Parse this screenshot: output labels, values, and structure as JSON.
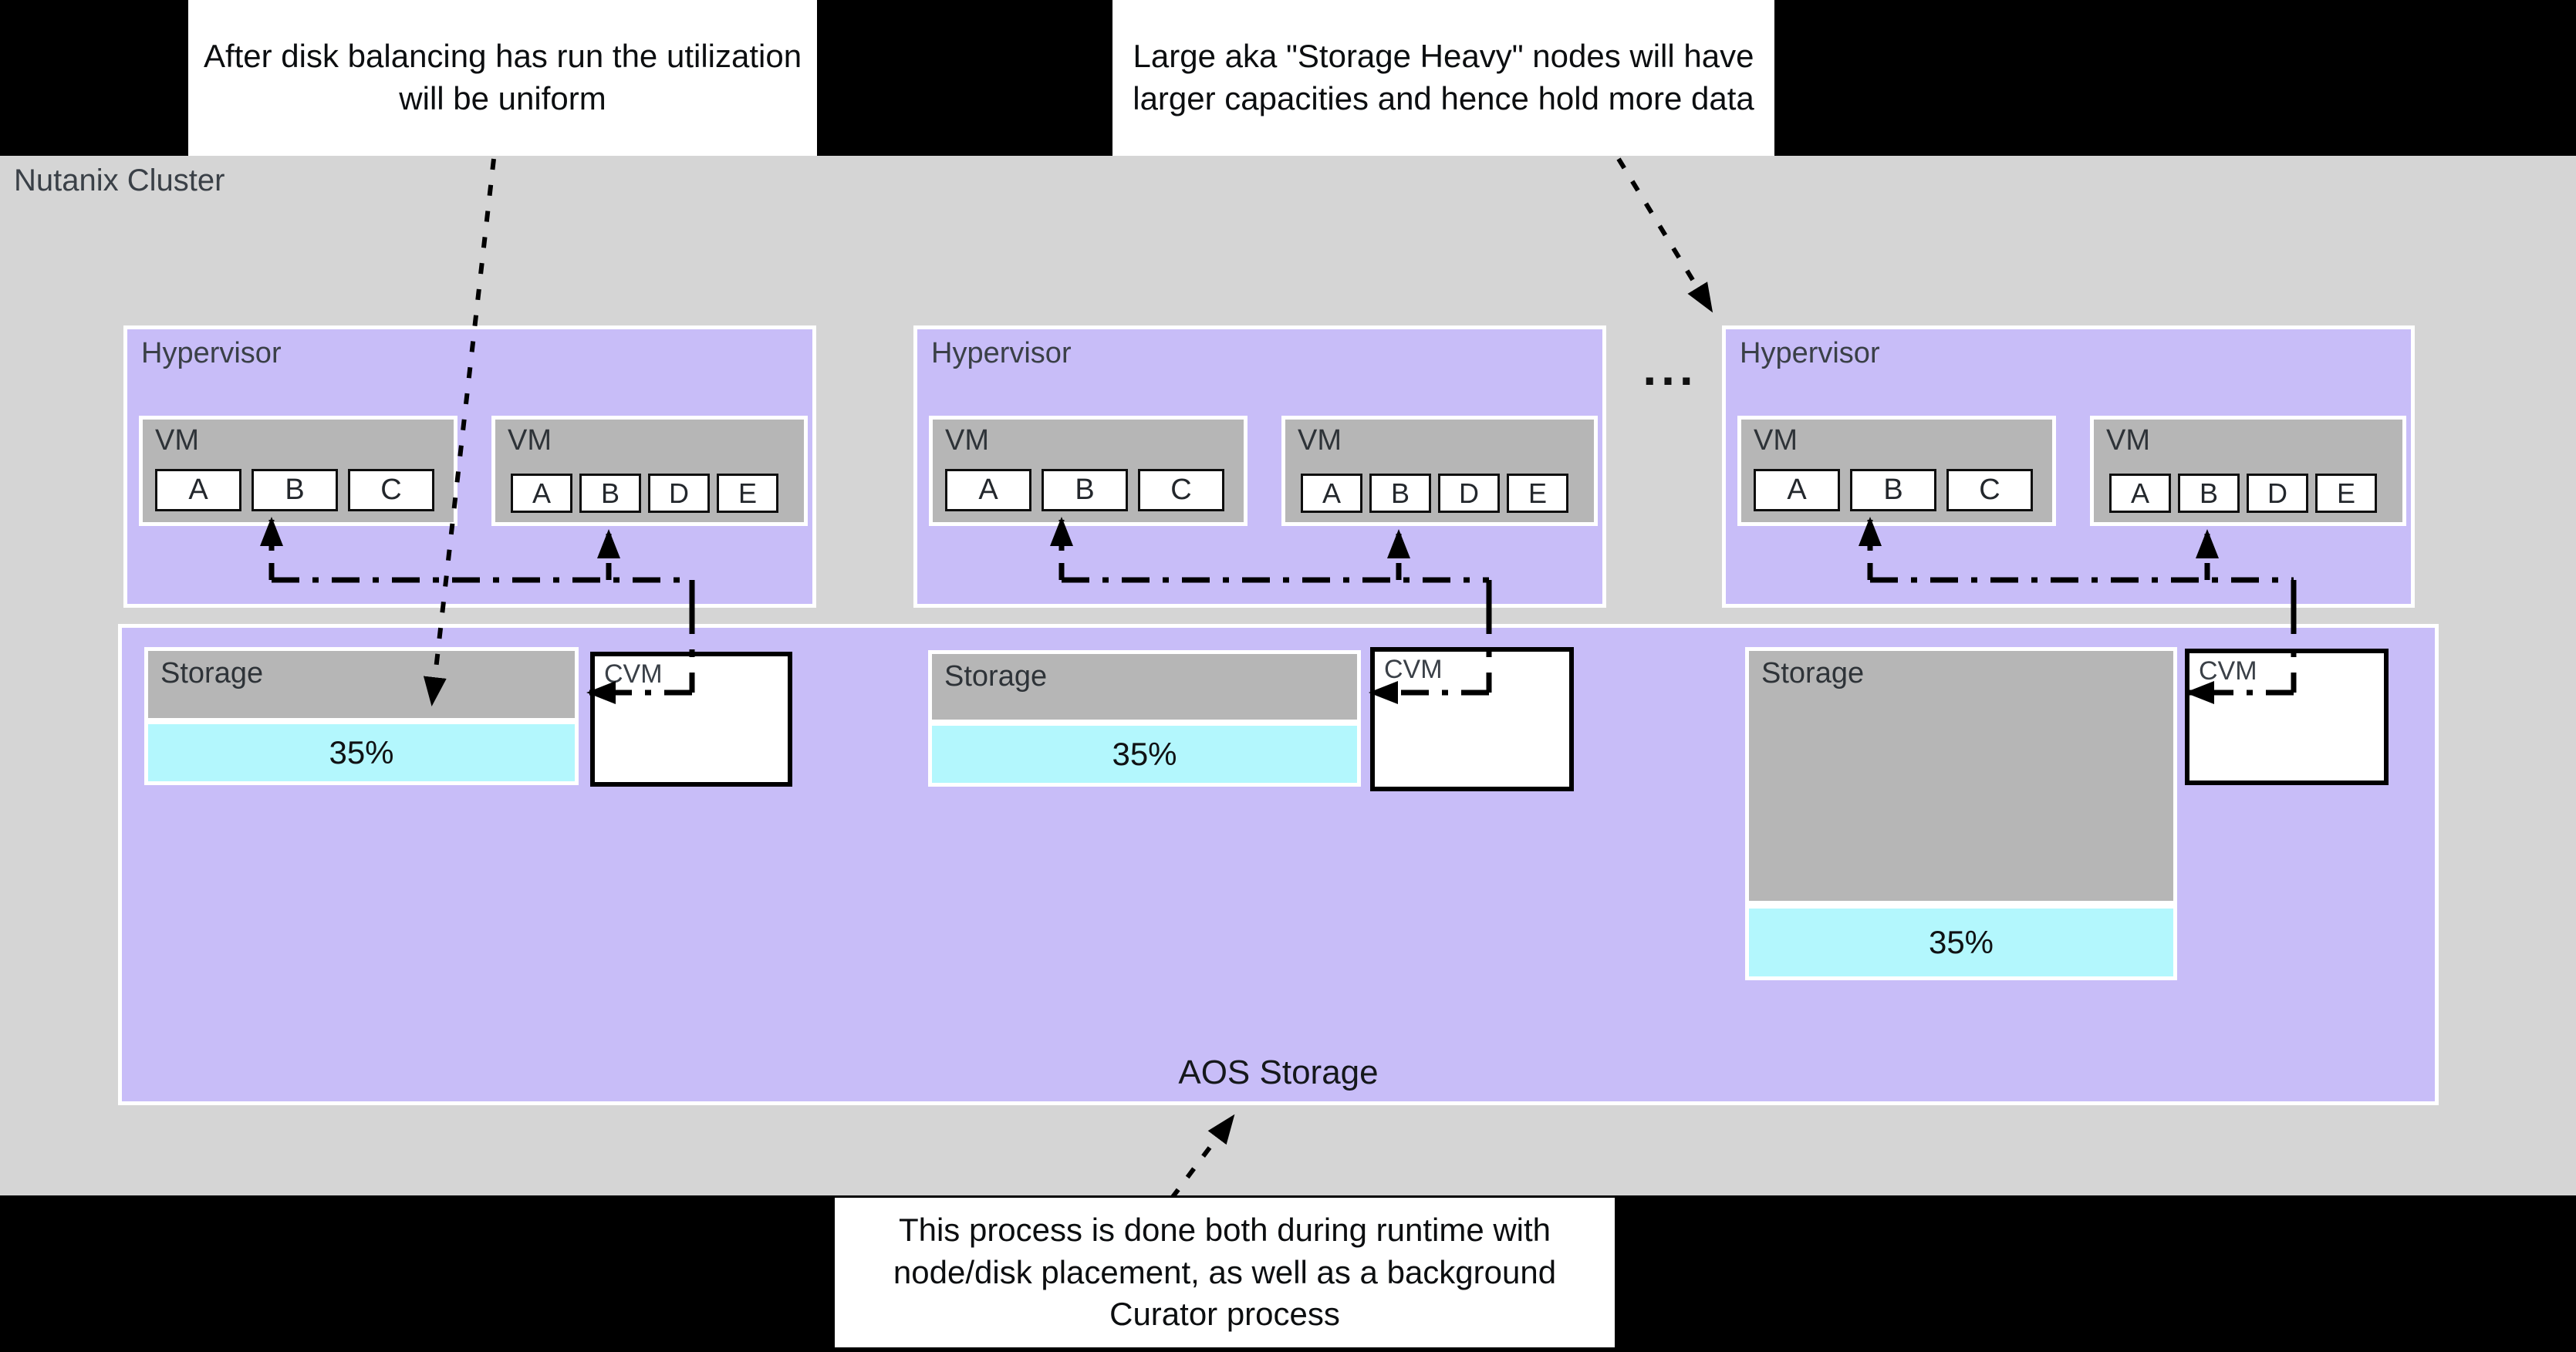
{
  "title": "Nutanix Cluster",
  "colors": {
    "canvas_bg": "#000000",
    "cluster_bg": "#D5D5D5",
    "node_bg": "#C8BDF8",
    "box_gray": "#B6B6B6",
    "util_bg": "#B3F7FD",
    "callout_bg": "#FFFFFF",
    "label_color": "#3A4047",
    "connector_color": "#000000"
  },
  "callouts": {
    "disk_balancing": "After disk balancing has run the utilization\nwill be uniform",
    "storage_heavy": "Large aka \"Storage Heavy\" nodes will have\nlarger capacities and hence hold more data",
    "curator": "This process is done both during runtime with\nnode/disk placement, as well as a background\nCurator process"
  },
  "ellipsis": "...",
  "aos_storage_label": "AOS Storage",
  "hypervisors": [
    {
      "label": "Hypervisor",
      "vms": [
        {
          "label": "VM",
          "disks": [
            "A",
            "B",
            "C"
          ]
        },
        {
          "label": "VM",
          "disks": [
            "A",
            "B",
            "D",
            "E"
          ]
        }
      ]
    },
    {
      "label": "Hypervisor",
      "vms": [
        {
          "label": "VM",
          "disks": [
            "A",
            "B",
            "C"
          ]
        },
        {
          "label": "VM",
          "disks": [
            "A",
            "B",
            "D",
            "E"
          ]
        }
      ]
    },
    {
      "label": "Hypervisor",
      "vms": [
        {
          "label": "VM",
          "disks": [
            "A",
            "B",
            "C"
          ]
        },
        {
          "label": "VM",
          "disks": [
            "A",
            "B",
            "D",
            "E"
          ]
        }
      ]
    }
  ],
  "storage_nodes": [
    {
      "label": "Storage",
      "utilization": "35%",
      "cvm_label": "CVM",
      "size": "normal"
    },
    {
      "label": "Storage",
      "utilization": "35%",
      "cvm_label": "CVM",
      "size": "normal"
    },
    {
      "label": "Storage",
      "utilization": "35%",
      "cvm_label": "CVM",
      "size": "large"
    }
  ]
}
